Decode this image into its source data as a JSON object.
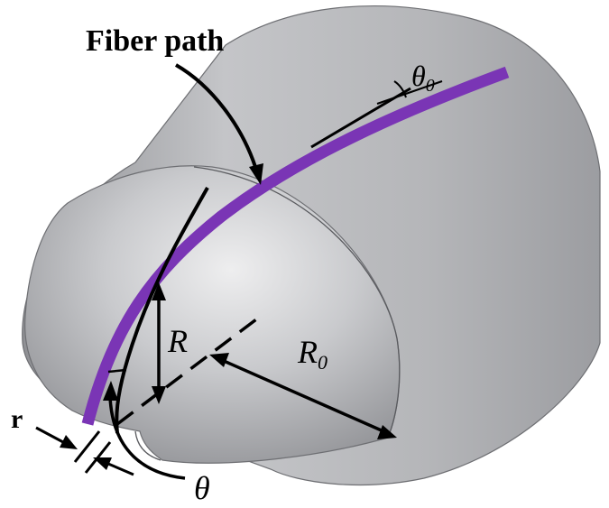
{
  "labels": {
    "fiber_path": "Fiber path",
    "theta0": "θ",
    "theta0_sub": "0",
    "R": "R",
    "R0": "R",
    "R0_sub": "0",
    "r": "r",
    "theta": "θ"
  },
  "colors": {
    "fiber": "#7a35b5",
    "surface": "#b8b9bc",
    "lines": "#000000"
  }
}
